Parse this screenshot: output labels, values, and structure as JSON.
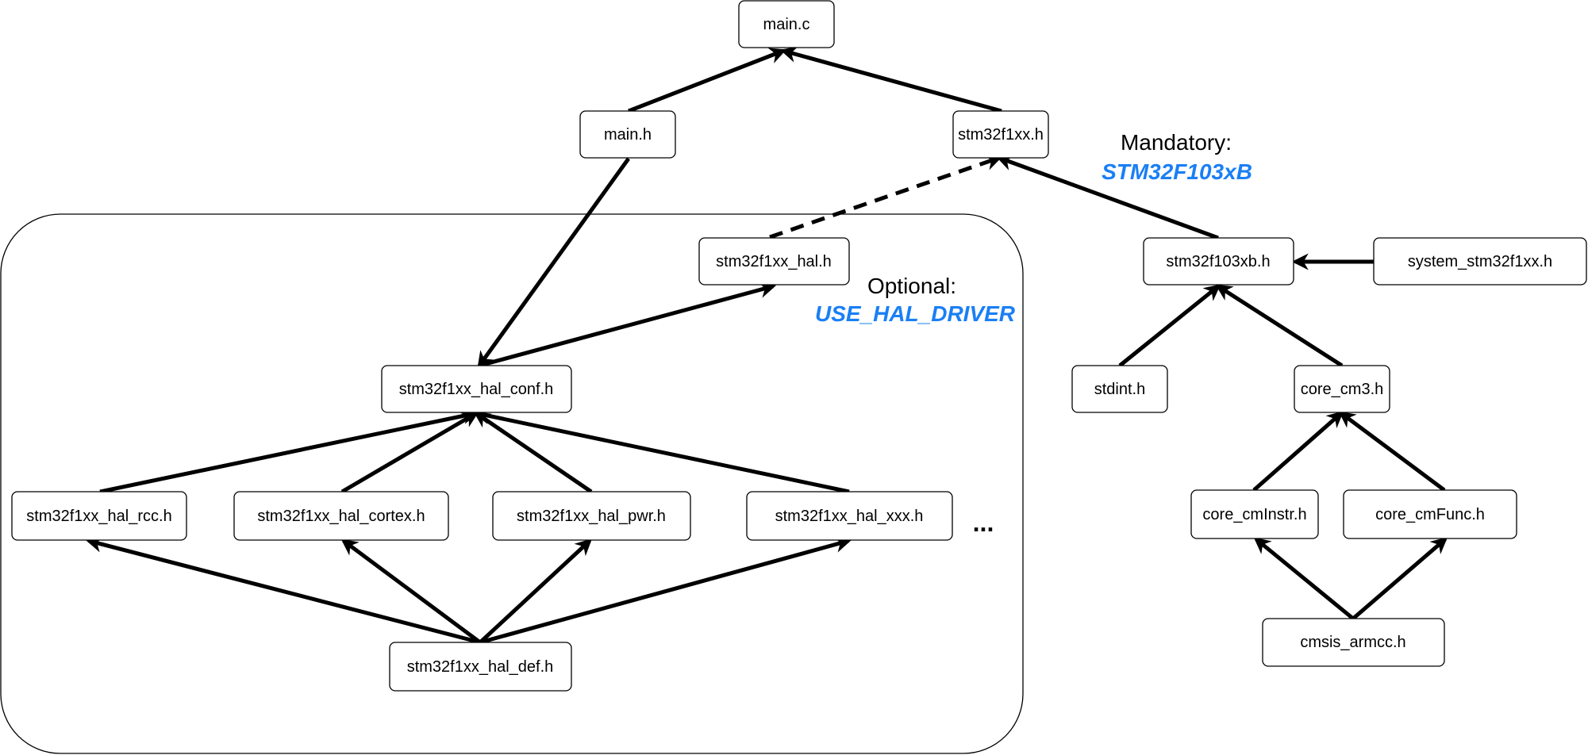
{
  "colors": {
    "accent": "#1a7ff5",
    "stroke": "#000000"
  },
  "nodes": {
    "main_c": "main.c",
    "main_h": "main.h",
    "stm32f1xx_h": "stm32f1xx.h",
    "stm32f1xx_hal_h": "stm32f1xx_hal.h",
    "stm32f1xx_hal_conf_h": "stm32f1xx_hal_conf.h",
    "stm32f1xx_hal_rcc_h": "stm32f1xx_hal_rcc.h",
    "stm32f1xx_hal_cortex_h": "stm32f1xx_hal_cortex.h",
    "stm32f1xx_hal_pwr_h": "stm32f1xx_hal_pwr.h",
    "stm32f1xx_hal_xxx_h": "stm32f1xx_hal_xxx.h",
    "stm32f1xx_hal_def_h": "stm32f1xx_hal_def.h",
    "stm32f103xb_h": "stm32f103xb.h",
    "system_stm32f1xx_h": "system_stm32f1xx.h",
    "stdint_h": "stdint.h",
    "core_cm3_h": "core_cm3.h",
    "core_cmInstr_h": "core_cmInstr.h",
    "core_cmFunc_h": "core_cmFunc.h",
    "cmsis_armcc_h": "cmsis_armcc.h"
  },
  "annotations": {
    "mandatory": {
      "title": "Mandatory:",
      "value": "STM32F103xB"
    },
    "optional": {
      "title": "Optional:",
      "value": "USE_HAL_DRIVER"
    }
  },
  "ellipsis": "..."
}
